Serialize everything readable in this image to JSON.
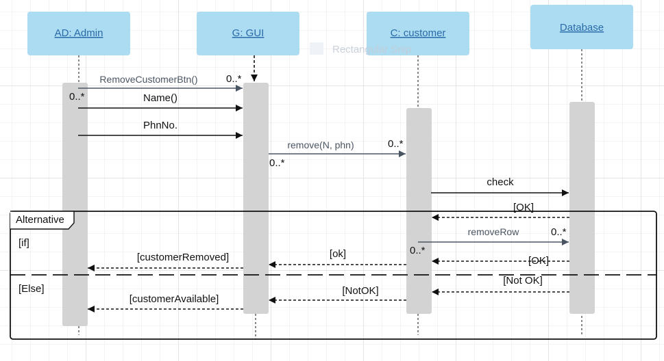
{
  "colors": {
    "header_fill": "#abdcf2",
    "header_text": "#2a6aa8",
    "activation": "#d3d3d3",
    "line": "#111111",
    "grey_arrow": "#4a5563"
  },
  "lifelines": [
    {
      "id": "admin",
      "label": "AD:  Admin"
    },
    {
      "id": "gui",
      "label": "G: GUI"
    },
    {
      "id": "customer",
      "label": "C: customer"
    },
    {
      "id": "database",
      "label": "Database"
    }
  ],
  "messages": [
    {
      "id": "m1",
      "label": "RemoveCustomerBtn()"
    },
    {
      "id": "m2",
      "label": "Name()"
    },
    {
      "id": "m3",
      "label": "PhnNo."
    },
    {
      "id": "m4",
      "label": "remove(N, phn)"
    },
    {
      "id": "m5",
      "label": "check"
    },
    {
      "id": "m6",
      "label": "[OK]"
    },
    {
      "id": "m7",
      "label": "removeRow"
    },
    {
      "id": "m8",
      "label": "[OK]"
    },
    {
      "id": "m9",
      "label": "[ok]"
    },
    {
      "id": "m10",
      "label": "[customerRemoved]"
    },
    {
      "id": "m11",
      "label": "[Not  OK]"
    },
    {
      "id": "m12",
      "label": "[NotOK]"
    },
    {
      "id": "m13",
      "label": "[customerAvailable]"
    }
  ],
  "multiplicity": "0..*",
  "fragment": {
    "label": "Alternative",
    "guards": [
      "[if]",
      "[Else]"
    ]
  },
  "overlay_text": "Rectangular Snip"
}
